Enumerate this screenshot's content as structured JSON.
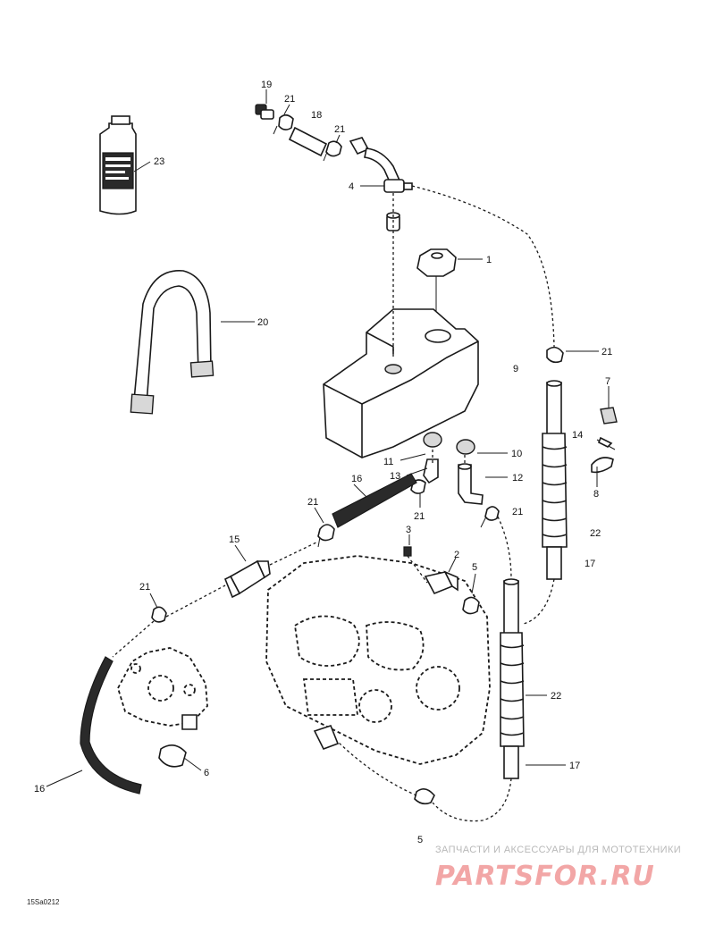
{
  "diagram": {
    "callouts": {
      "c1": "1",
      "c2": "2",
      "c3": "3",
      "c4": "4",
      "c5a": "5",
      "c5b": "5",
      "c6": "6",
      "c7": "7",
      "c8": "8",
      "c9": "9",
      "c10": "10",
      "c11": "11",
      "c12": "12",
      "c13": "13",
      "c14": "14",
      "c15": "15",
      "c16a": "16",
      "c16b": "16",
      "c17a": "17",
      "c17b": "17",
      "c18": "18",
      "c19": "19",
      "c20": "20",
      "c21a": "21",
      "c21b": "21",
      "c21c": "21",
      "c21d": "21",
      "c21e": "21",
      "c21f": "21",
      "c21g": "21",
      "c22a": "22",
      "c22b": "22",
      "c23": "23"
    },
    "reference_code": "15Sa0212"
  },
  "watermark": {
    "tagline": "ЗАПЧАСТИ И АКСЕССУАРЫ ДЛЯ МОТОТЕХНИКИ",
    "brand": "PARTSFOR.RU"
  }
}
